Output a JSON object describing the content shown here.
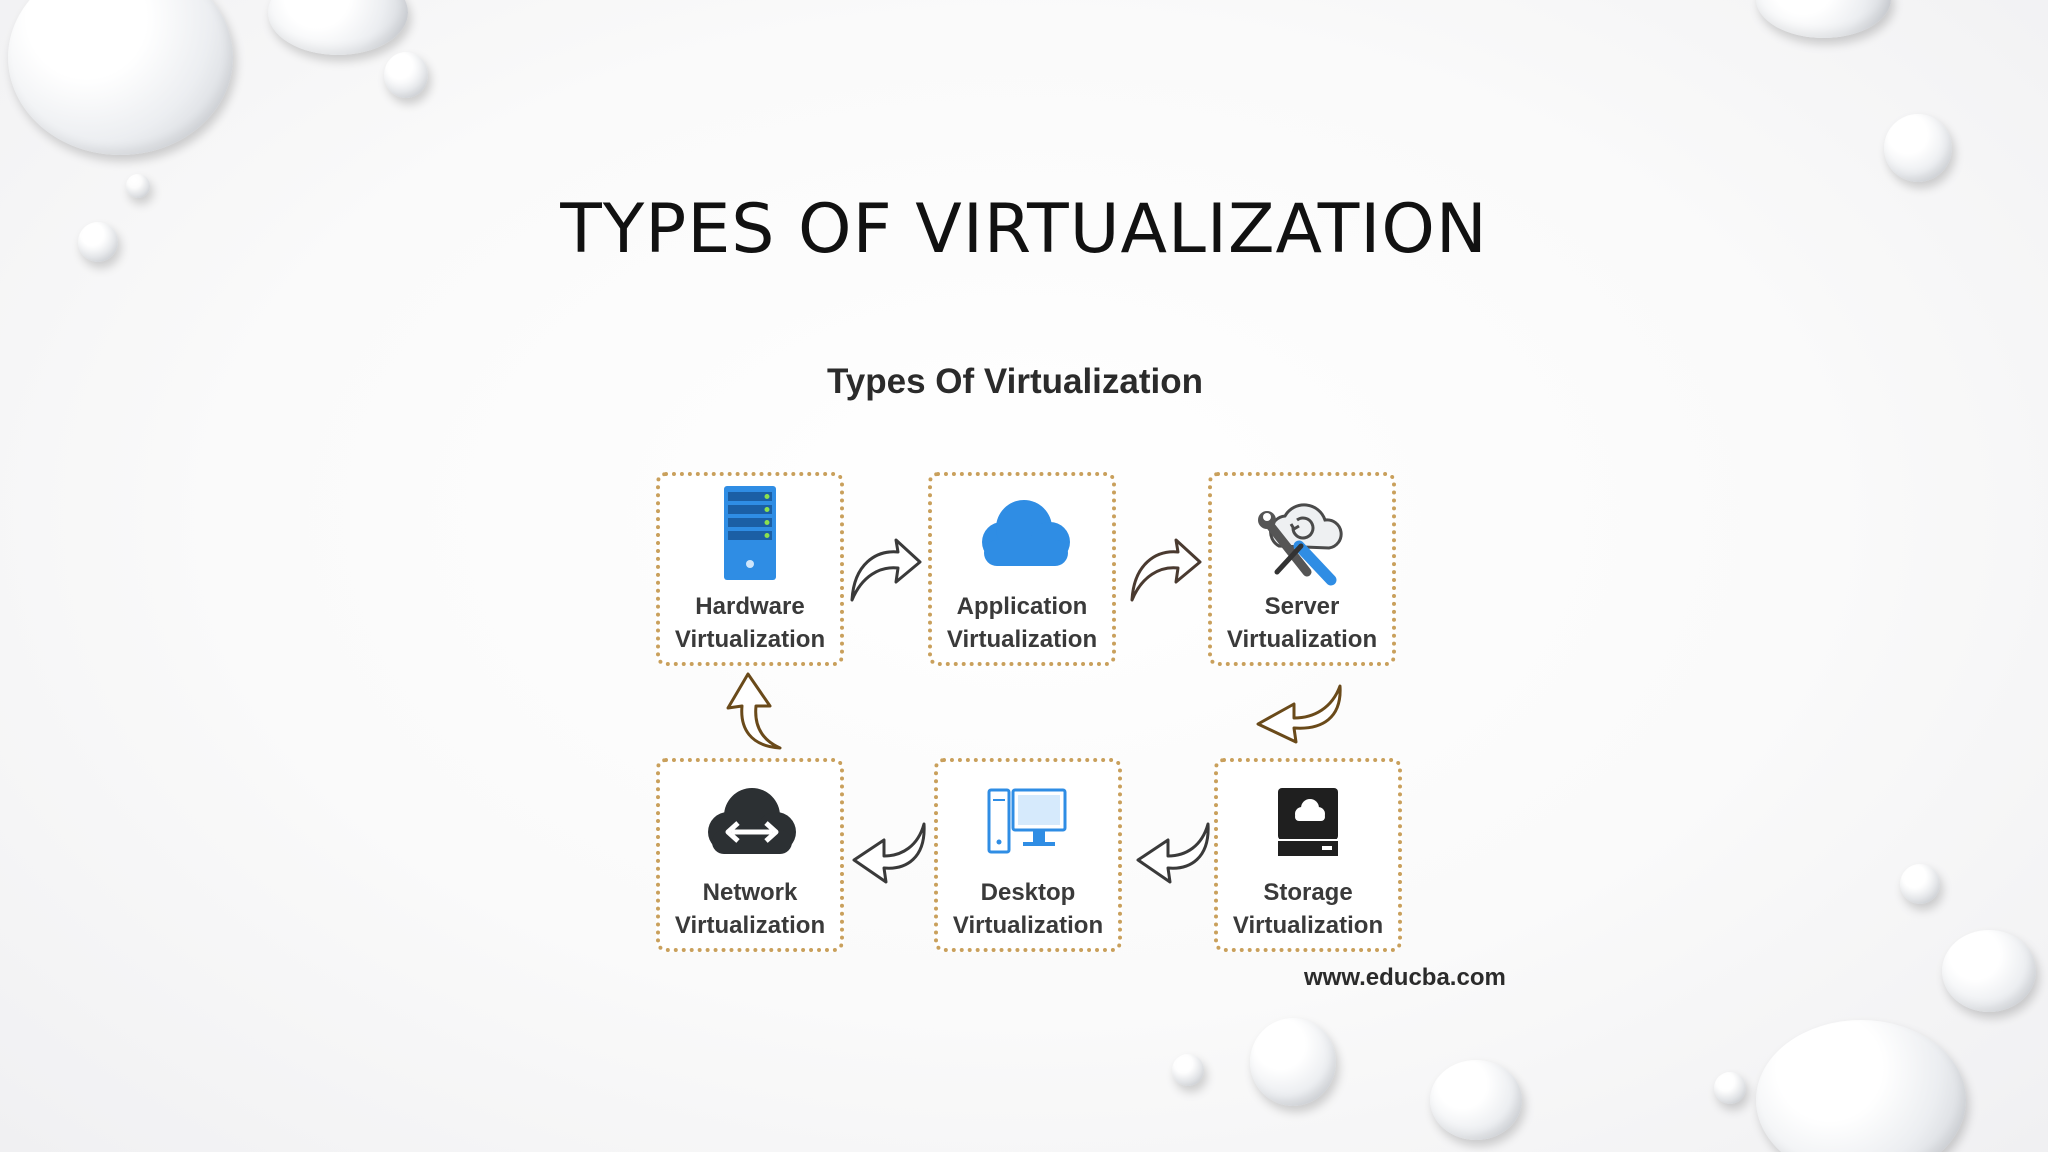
{
  "slide": {
    "title": "TYPES OF VIRTUALIZATION"
  },
  "diagram": {
    "title": "Types Of Virtualization",
    "source": "www.educba.com",
    "nodes": [
      {
        "line1": "Hardware",
        "line2": "Virtualization",
        "icon": "server-rack-icon"
      },
      {
        "line1": "Application",
        "line2": "Virtualization",
        "icon": "cloud-icon"
      },
      {
        "line1": "Server",
        "line2": "Virtualization",
        "icon": "cloud-tools-icon"
      },
      {
        "line1": "Storage",
        "line2": "Virtualization",
        "icon": "cloud-storage-drive-icon"
      },
      {
        "line1": "Desktop",
        "line2": "Virtualization",
        "icon": "desktop-computer-icon"
      },
      {
        "line1": "Network",
        "line2": "Virtualization",
        "icon": "cloud-arrows-icon"
      }
    ],
    "colors": {
      "node_border": "#c9a05c",
      "blue_icon": "#2f8de4",
      "dark_icon": "#2c2c2c",
      "arrow_stroke": "#3a3a3a"
    }
  }
}
